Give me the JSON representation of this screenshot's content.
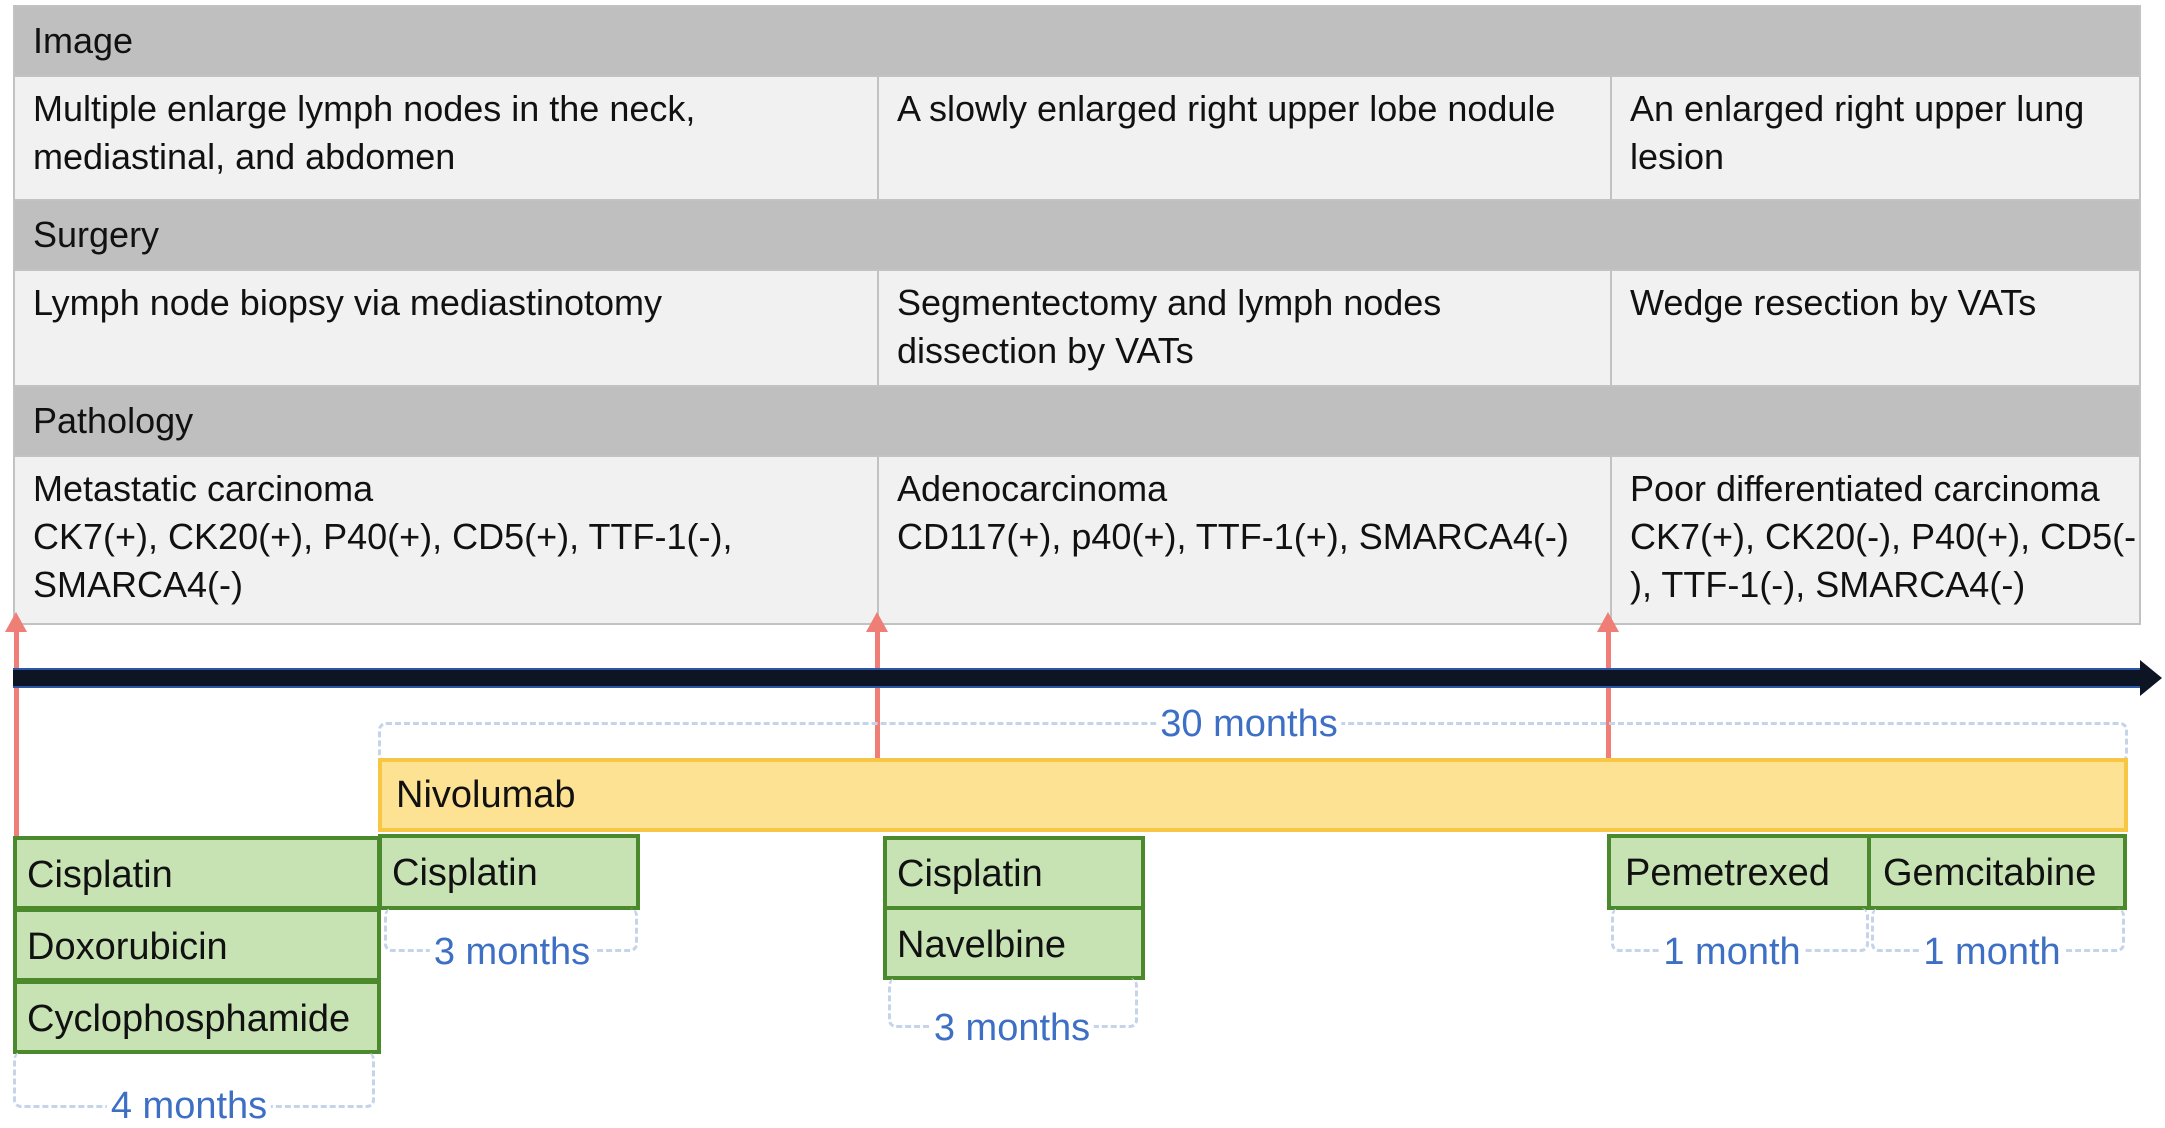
{
  "table": {
    "image": {
      "header": "Image",
      "cells": [
        [
          "Multiple enlarge lymph nodes in the neck,",
          "mediastinal, and abdomen"
        ],
        [
          "A slowly enlarged right upper lobe nodule"
        ],
        [
          "An enlarged right upper lung",
          "lesion"
        ]
      ]
    },
    "surgery": {
      "header": "Surgery",
      "cells": [
        [
          "Lymph node biopsy via mediastinotomy"
        ],
        [
          "Segmentectomy and lymph nodes",
          "dissection by VATs"
        ],
        [
          "Wedge resection by VATs"
        ]
      ]
    },
    "pathology": {
      "header": "Pathology",
      "cells": [
        [
          "Metastatic carcinoma",
          "CK7(+), CK20(+), P40(+), CD5(+), TTF-1(-),",
          "SMARCA4(-)"
        ],
        [
          "Adenocarcinoma",
          "CD117(+), p40(+), TTF-1(+), SMARCA4(-)"
        ],
        [
          "Poor differentiated carcinoma",
          "CK7(+), CK20(-), P40(+), CD5(-",
          "), TTF-1(-), SMARCA4(-)"
        ]
      ]
    }
  },
  "timeline": {
    "total_label": "30 months",
    "nivolumab": "Nivolumab",
    "regimen1": {
      "drugs": [
        "Cisplatin",
        "Doxorubicin",
        "Cyclophosphamide"
      ],
      "duration": "4 months"
    },
    "regimen2": {
      "drugs": [
        "Cisplatin"
      ],
      "duration": "3 months"
    },
    "regimen3": {
      "drugs": [
        "Cisplatin",
        "Navelbine"
      ],
      "duration": "3 months"
    },
    "regimen4": {
      "drugs": [
        "Pemetrexed"
      ],
      "duration": "1 month"
    },
    "regimen5": {
      "drugs": [
        "Gemcitabine"
      ],
      "duration": "1 month"
    }
  },
  "colors": {
    "header_bg": "#bfbfbf",
    "cell_bg": "#f1f1f1",
    "drug_fill": "#c7e2b3",
    "drug_border": "#4a8a2d",
    "nivolumab_fill": "#fde293",
    "nivolumab_border": "#f7c743",
    "arrow_red": "#ee7e76",
    "timeline_dark": "#0d1424",
    "duration_text": "#3d6fc4"
  }
}
